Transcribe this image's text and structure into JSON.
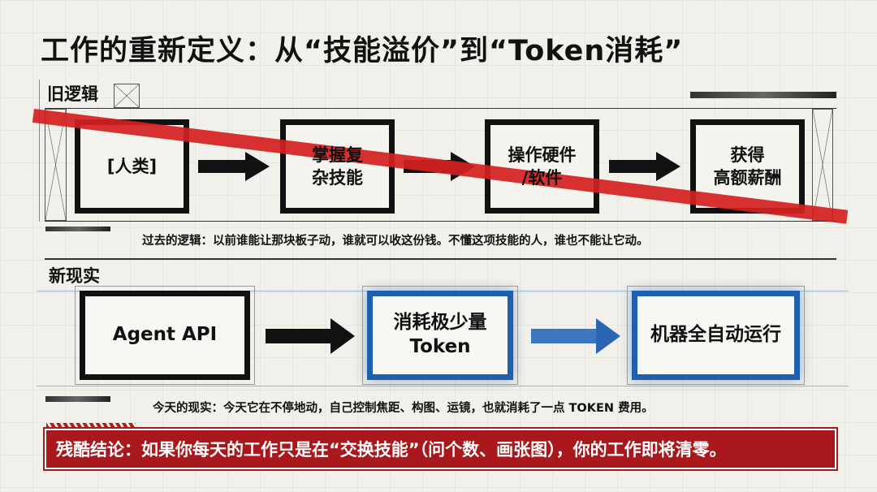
{
  "title": "工作的重新定义：从“技能溢价”到“Token消耗”",
  "old_logic": {
    "label": "旧逻辑",
    "steps": [
      "[人类]",
      "掌握复\n杂技能",
      "操作硬件\n/软件",
      "获得\n高额薪酬"
    ],
    "caption": "过去的逻辑：以前谁能让那块板子动，谁就可以收这份钱。不懂这项技能的人，谁也不能让它动。"
  },
  "new_reality": {
    "label": "新现实",
    "steps": [
      "Agent API",
      "消耗极少量\nToken",
      "机器全自动运行"
    ],
    "caption": "今天的现实：今天它在不停地动，自己控制焦距、构图、运镜，也就消耗了一点 TOKEN 费用。"
  },
  "conclusion": "残酷结论：如果你每天的工作只是在“交换技能”（问个数、画张图），你的工作即将清零。",
  "colors": {
    "red": "#d42020",
    "banner": "#a8181c",
    "blue": "#1e5fb0"
  }
}
